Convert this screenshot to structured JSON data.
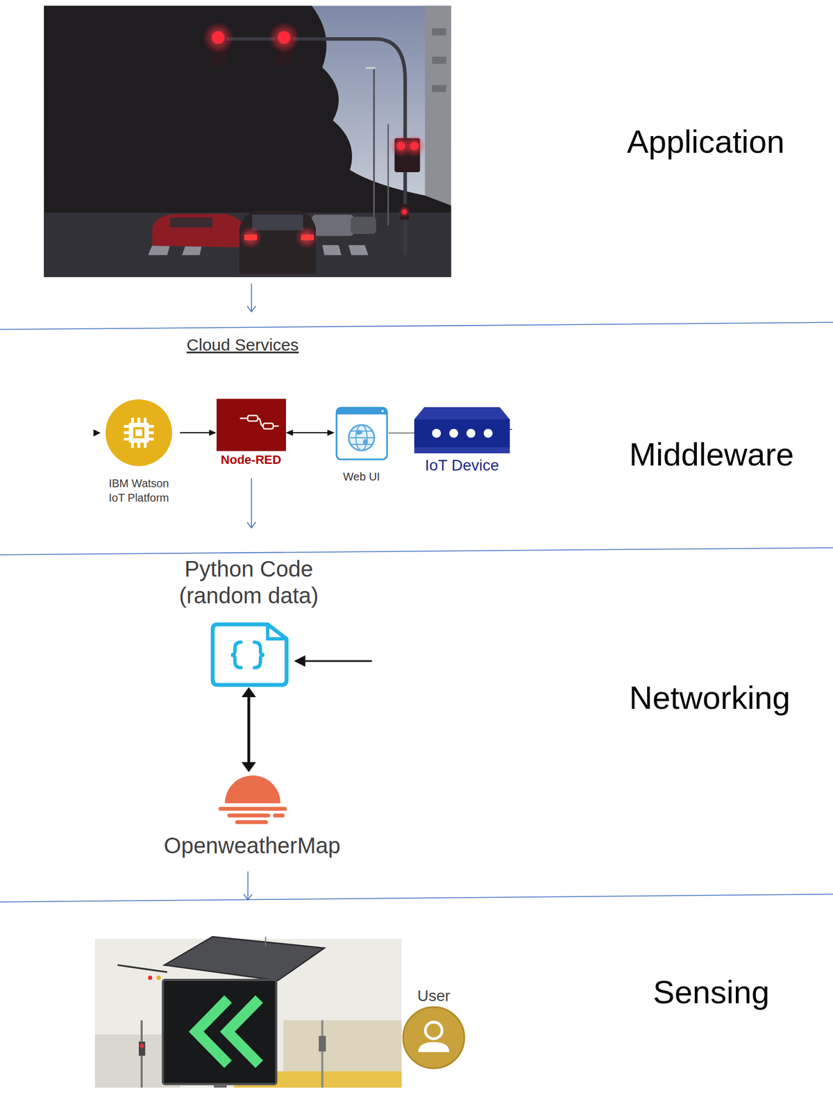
{
  "diagram": {
    "nodes": [
      {
        "text": [
          "IBM Watson IoT Platform"
        ]
      },
      {
        "text": [
          "Node-RED"
        ]
      },
      {
        "text": [
          "Web UI"
        ]
      },
      {
        "text": [
          "IoT Device"
        ]
      },
      {
        "text": [
          "Python Code (random data)"
        ]
      },
      {
        "text": [
          "OpenweatherMap"
        ]
      },
      {
        "text": [
          "User"
        ]
      }
    ],
    "edges": [
      {
        "from": 0,
        "to": 1,
        "arrow": "to"
      },
      {
        "from": 1,
        "to": 2,
        "arrow": "both"
      },
      {
        "from": 2,
        "to": 3,
        "arrow": "none"
      },
      {
        "from": 4,
        "to": 5,
        "arrow": "both"
      }
    ],
    "labels": [
      "Application",
      "Cloud Services",
      "Middleware",
      "Networking",
      "Sensing"
    ]
  }
}
